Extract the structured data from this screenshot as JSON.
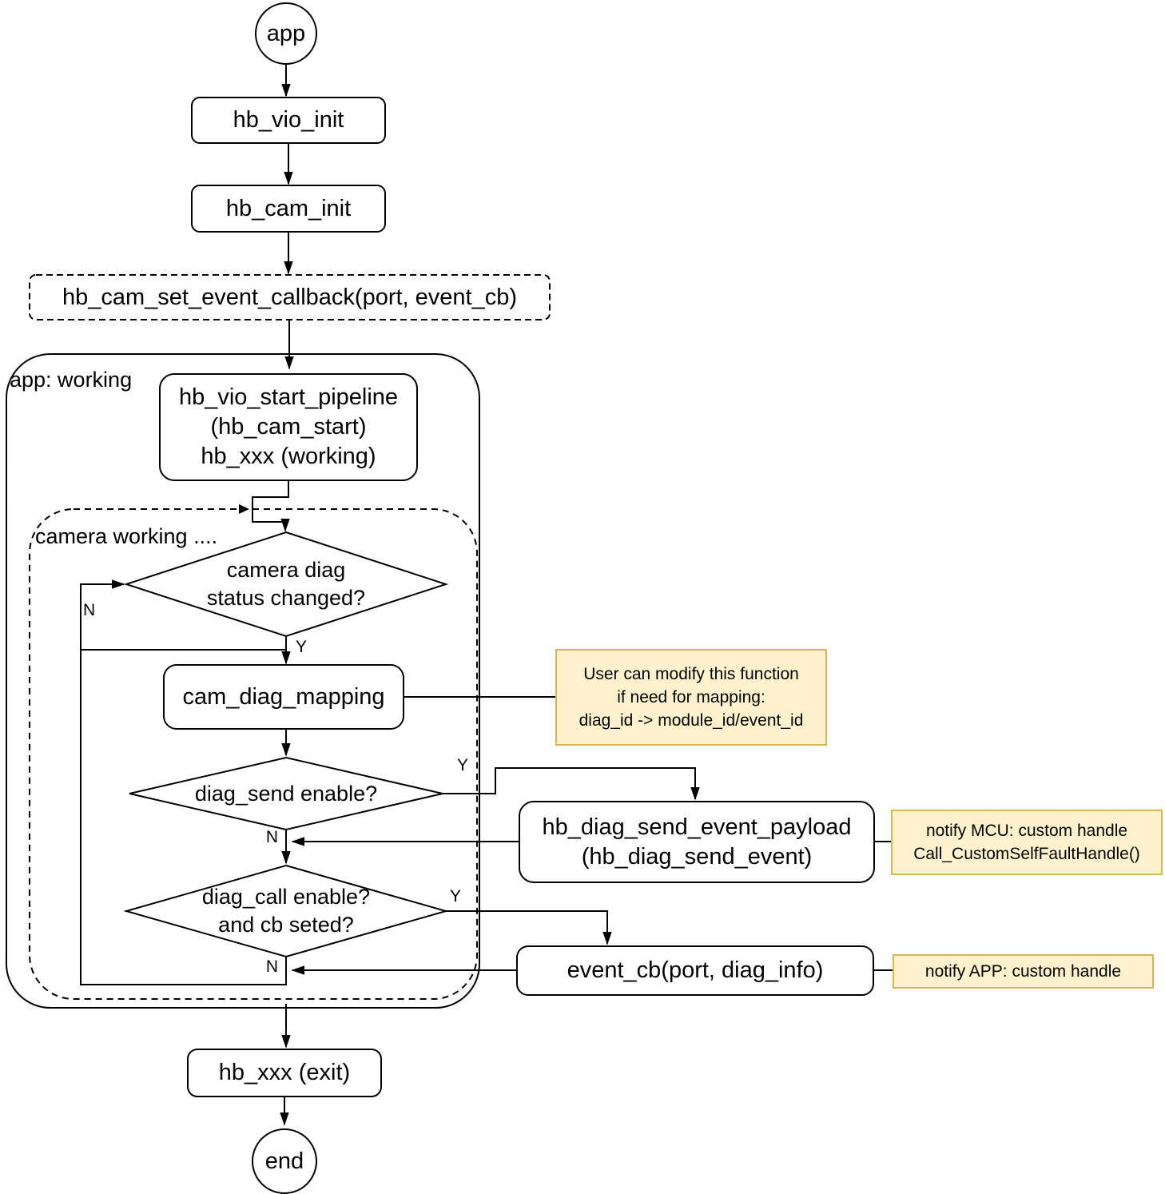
{
  "diagram": {
    "terminals": {
      "start": "app",
      "end": "end"
    },
    "containers": {
      "app_working": "app: working",
      "camera_working": "camera working ...."
    },
    "nodes": {
      "vio_init": "hb_vio_init",
      "cam_init": "hb_cam_init",
      "set_event_callback": "hb_cam_set_event_callback(port, event_cb)",
      "pipeline_l1": "hb_vio_start_pipeline",
      "pipeline_l2": "(hb_cam_start)",
      "pipeline_l3": "hb_xxx (working)",
      "diag_status_l1": "camera diag",
      "diag_status_l2": "status changed?",
      "cam_diag_mapping": "cam_diag_mapping",
      "diag_send": "diag_send enable?",
      "payload_l1": "hb_diag_send_event_payload",
      "payload_l2": "(hb_diag_send_event)",
      "diag_call_l1": "diag_call enable?",
      "diag_call_l2": "and cb seted?",
      "event_cb": "event_cb(port, diag_info)",
      "exit": "hb_xxx (exit)"
    },
    "notes": {
      "mapping_l1": "User can modify this function",
      "mapping_l2": "if need for mapping:",
      "mapping_l3": "diag_id -> module_id/event_id",
      "mcu_l1": "notify MCU: custom handle",
      "mcu_l2": "Call_CustomSelfFaultHandle()",
      "app_note": "notify APP: custom handle"
    },
    "edge_labels": {
      "d1_yes": "Y",
      "d1_no": "N",
      "d2_yes": "Y",
      "d2_no": "N",
      "d3_yes": "Y",
      "d3_no": "N"
    },
    "colors": {
      "stroke": "#000000",
      "note_bg": "#FFF2CC",
      "note_border": "#D6B656"
    }
  }
}
